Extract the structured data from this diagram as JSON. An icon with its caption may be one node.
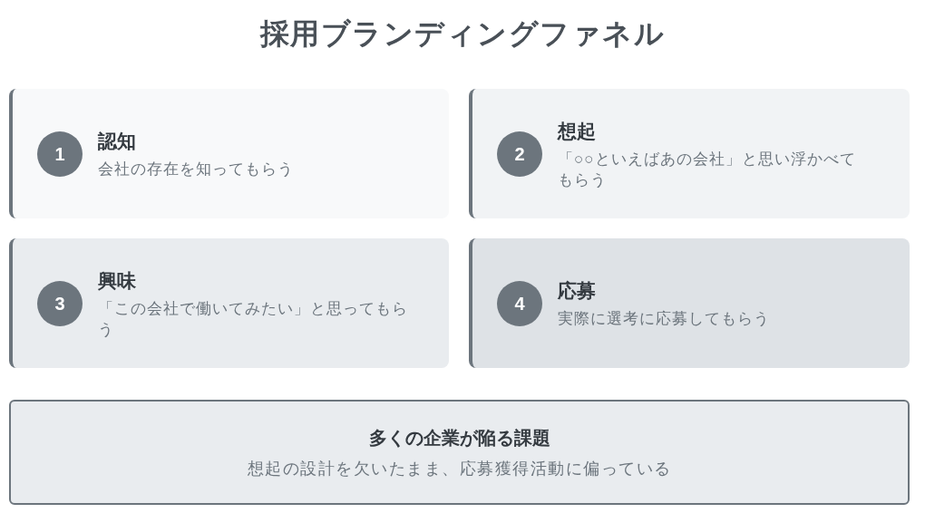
{
  "diagram": {
    "title": "採用ブランディングファネル",
    "nodes": [
      {
        "text": [
          "認知",
          "会社の存在を知ってもらう"
        ]
      },
      {
        "text": [
          "1"
        ],
        "in": 0
      },
      {
        "text": [
          "想起",
          "「○○といえばあの会社」と思い浮かべてもらう"
        ]
      },
      {
        "text": [
          "2"
        ],
        "in": 2
      },
      {
        "text": [
          "興味",
          "「この会社で働いてみたい」と思ってもらう"
        ]
      },
      {
        "text": [
          "3"
        ],
        "in": 4
      },
      {
        "text": [
          "応募",
          "実際に選考に応募してもらう"
        ]
      },
      {
        "text": [
          "4"
        ],
        "in": 6
      },
      {
        "text": [
          "多くの企業が陥る課題",
          "想起の設計を欠いたまま、応募獲得活動に偏っている"
        ]
      }
    ]
  }
}
